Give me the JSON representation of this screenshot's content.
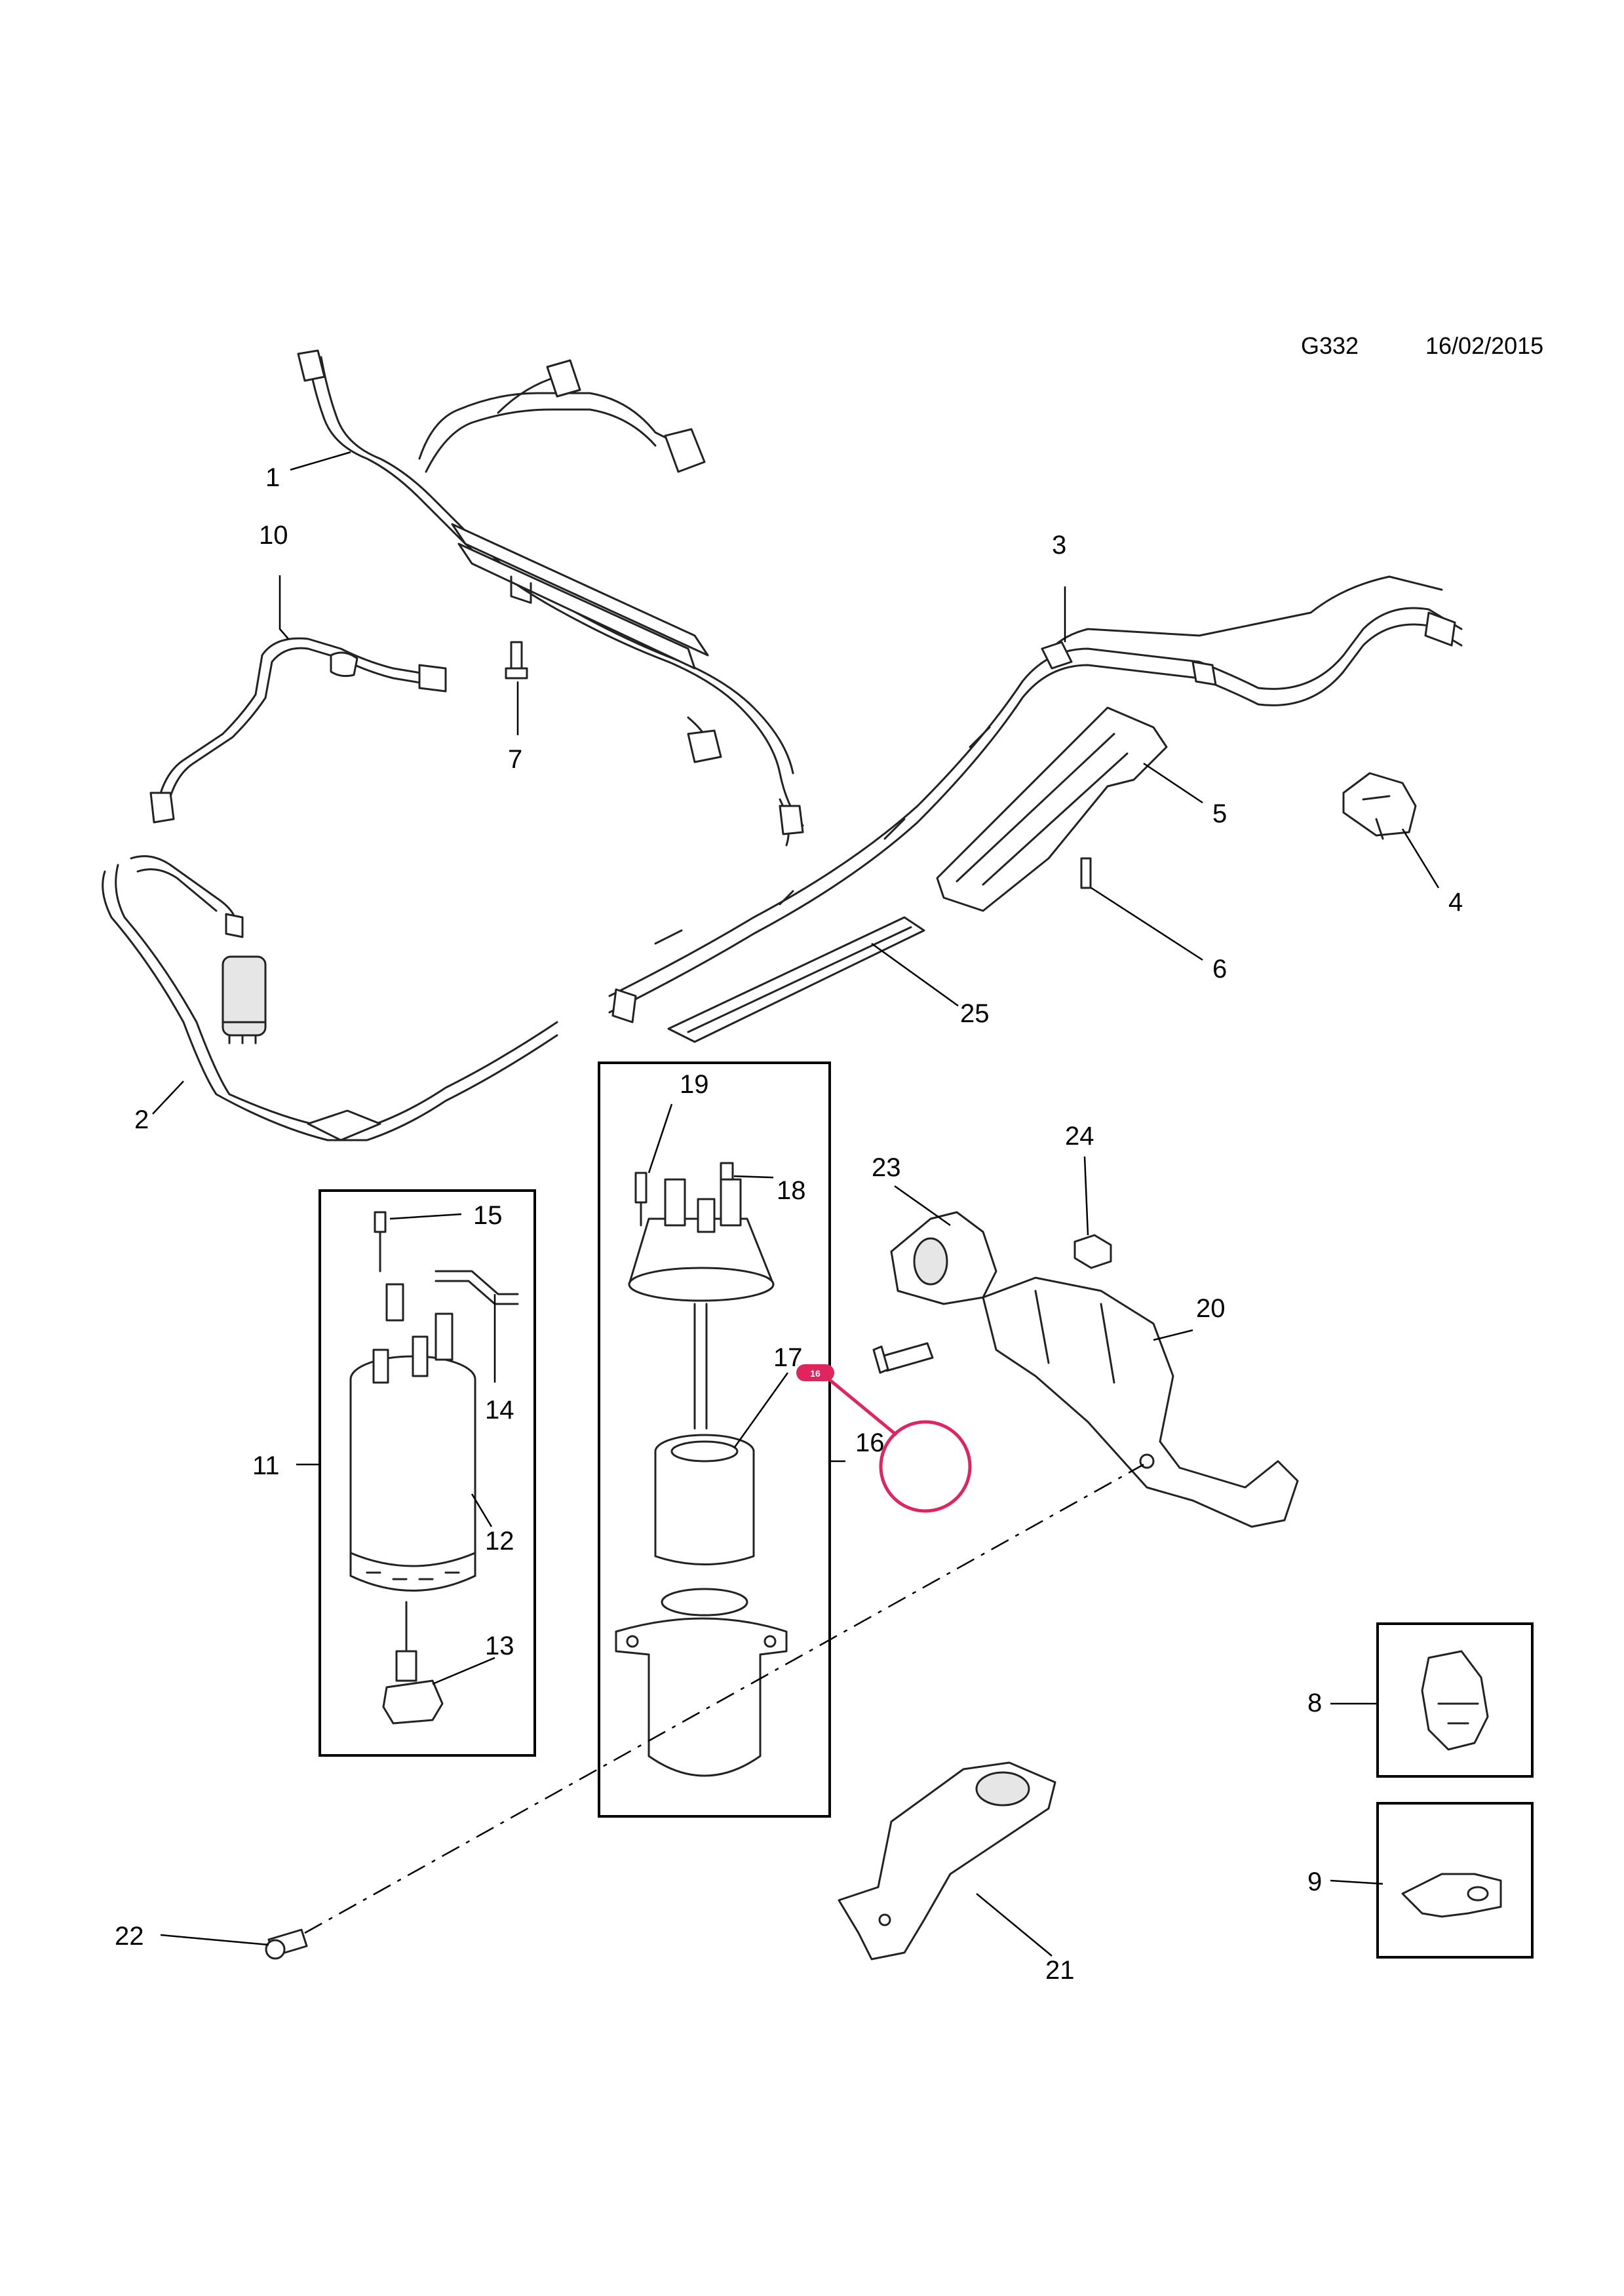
{
  "header": {
    "code": "G332",
    "date": "16/02/2015"
  },
  "callouts": {
    "c1": "1",
    "c2": "2",
    "c3": "3",
    "c4": "4",
    "c5": "5",
    "c6": "6",
    "c7": "7",
    "c8": "8",
    "c9": "9",
    "c10": "10",
    "c11": "11",
    "c12": "12",
    "c13": "13",
    "c14": "14",
    "c15": "15",
    "c16": "16",
    "c17": "17",
    "c18": "18",
    "c19": "19",
    "c20": "20",
    "c21": "21",
    "c22": "22",
    "c23": "23",
    "c24": "24",
    "c25": "25"
  },
  "highlight": {
    "badge": "16",
    "color": "#e0245e"
  }
}
